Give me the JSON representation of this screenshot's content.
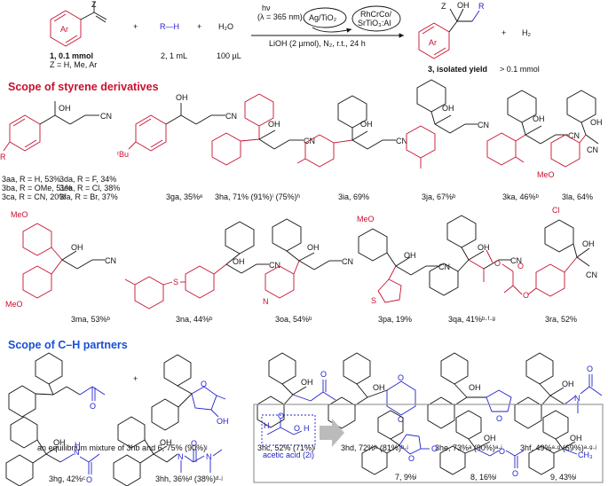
{
  "scheme": {
    "reactant1_label": "1, 0.1 mmol",
    "reactant1_z": "Z = H, Me, Ar",
    "reactant2_label": "2, 1 mL",
    "water_label": "100 µL",
    "hv": "hν",
    "wavelength": "(λ = 365 nm)",
    "catalyst1": "Ag/TiO₂",
    "catalyst2_a": "RhCrCo/",
    "catalyst2_b": "SrTiO₃:Al",
    "conditions": "LiOH (2 µmol), N₂, r.t., 24 h",
    "product_label": "3, isolated yield",
    "h2_label": "> 0.1 mmol",
    "plus": "+",
    "h2o": "H₂O",
    "rh": "R—H",
    "h2": "H₂",
    "ar": "Ar",
    "z": "Z",
    "r": "R"
  },
  "sections": {
    "styrene": "Scope of styrene derivatives",
    "ch": "Scope of C–H partners"
  },
  "colors": {
    "accent_red": "#c8102e",
    "accent_blue": "#2222cc",
    "section_blue": "#1a4fd6"
  },
  "compounds_row1": {
    "c3aa": "3aa, R = H, 53%",
    "c3ba": "3ba, R = OMe, 51%",
    "c3ca": "3ca, R = CN, 20%",
    "c3da": "3da, R = F, 34%",
    "c3ea": "3ea, R = Cl, 38%",
    "c3fa": "3fa, R = Br, 37%",
    "c3ga": "3ga, 35%ᵉ",
    "c3ha": "3ha, 71% (91%)ⁱ (75%)ʰ",
    "c3ia": "3ia, 69%",
    "c3ja": "3ja, 67%ᵇ",
    "c3ka": "3ka, 46%ᵇ",
    "c3la": "3la, 64%"
  },
  "compounds_row2": {
    "c3ma": "3ma, 53%ᵇ",
    "c3na": "3na, 44%ᵇ",
    "c3oa": "3oa, 54%ᵇ",
    "c3pa": "3pa, 19%",
    "c3qa": "3qa, 41%ᵇ·ᶠ·ᵍ",
    "c3ra": "3ra, 52%"
  },
  "compounds_ch": {
    "c3hb": "an equilibrium mixture of 3hb and 6, 75% (90%)ʲ",
    "c3hc": "3hc, 52% (71%)ʲ",
    "c3hd": "3hd, 72%ᵇ (81%)ᵇ·ʲ",
    "c3he": "3he, 73%ᵃ (90%)ᵃ·ʲ",
    "c3hf": "3hf, 49%ᵃ·ᵍ (69%)ᵃ·ᵍ·ʲ",
    "c3hg": "3hg, 42%ᶜ",
    "c3hh": "3hh, 36%ᵈ (38%)ᵈ·ʲ",
    "acetic": "acetic acid (2i)",
    "c7": "7, 9%ʲ",
    "c8": "8, 16%ʲ",
    "c9": "9, 43%ʲ"
  },
  "atoms": {
    "oh": "OH",
    "cn": "CN",
    "o": "O",
    "n": "N",
    "s": "S",
    "h": "H",
    "tbu": "ᵗBu",
    "meo": "MeO",
    "cl": "Cl",
    "ch3": "CH₃",
    "r": "R",
    "plus": "+"
  }
}
